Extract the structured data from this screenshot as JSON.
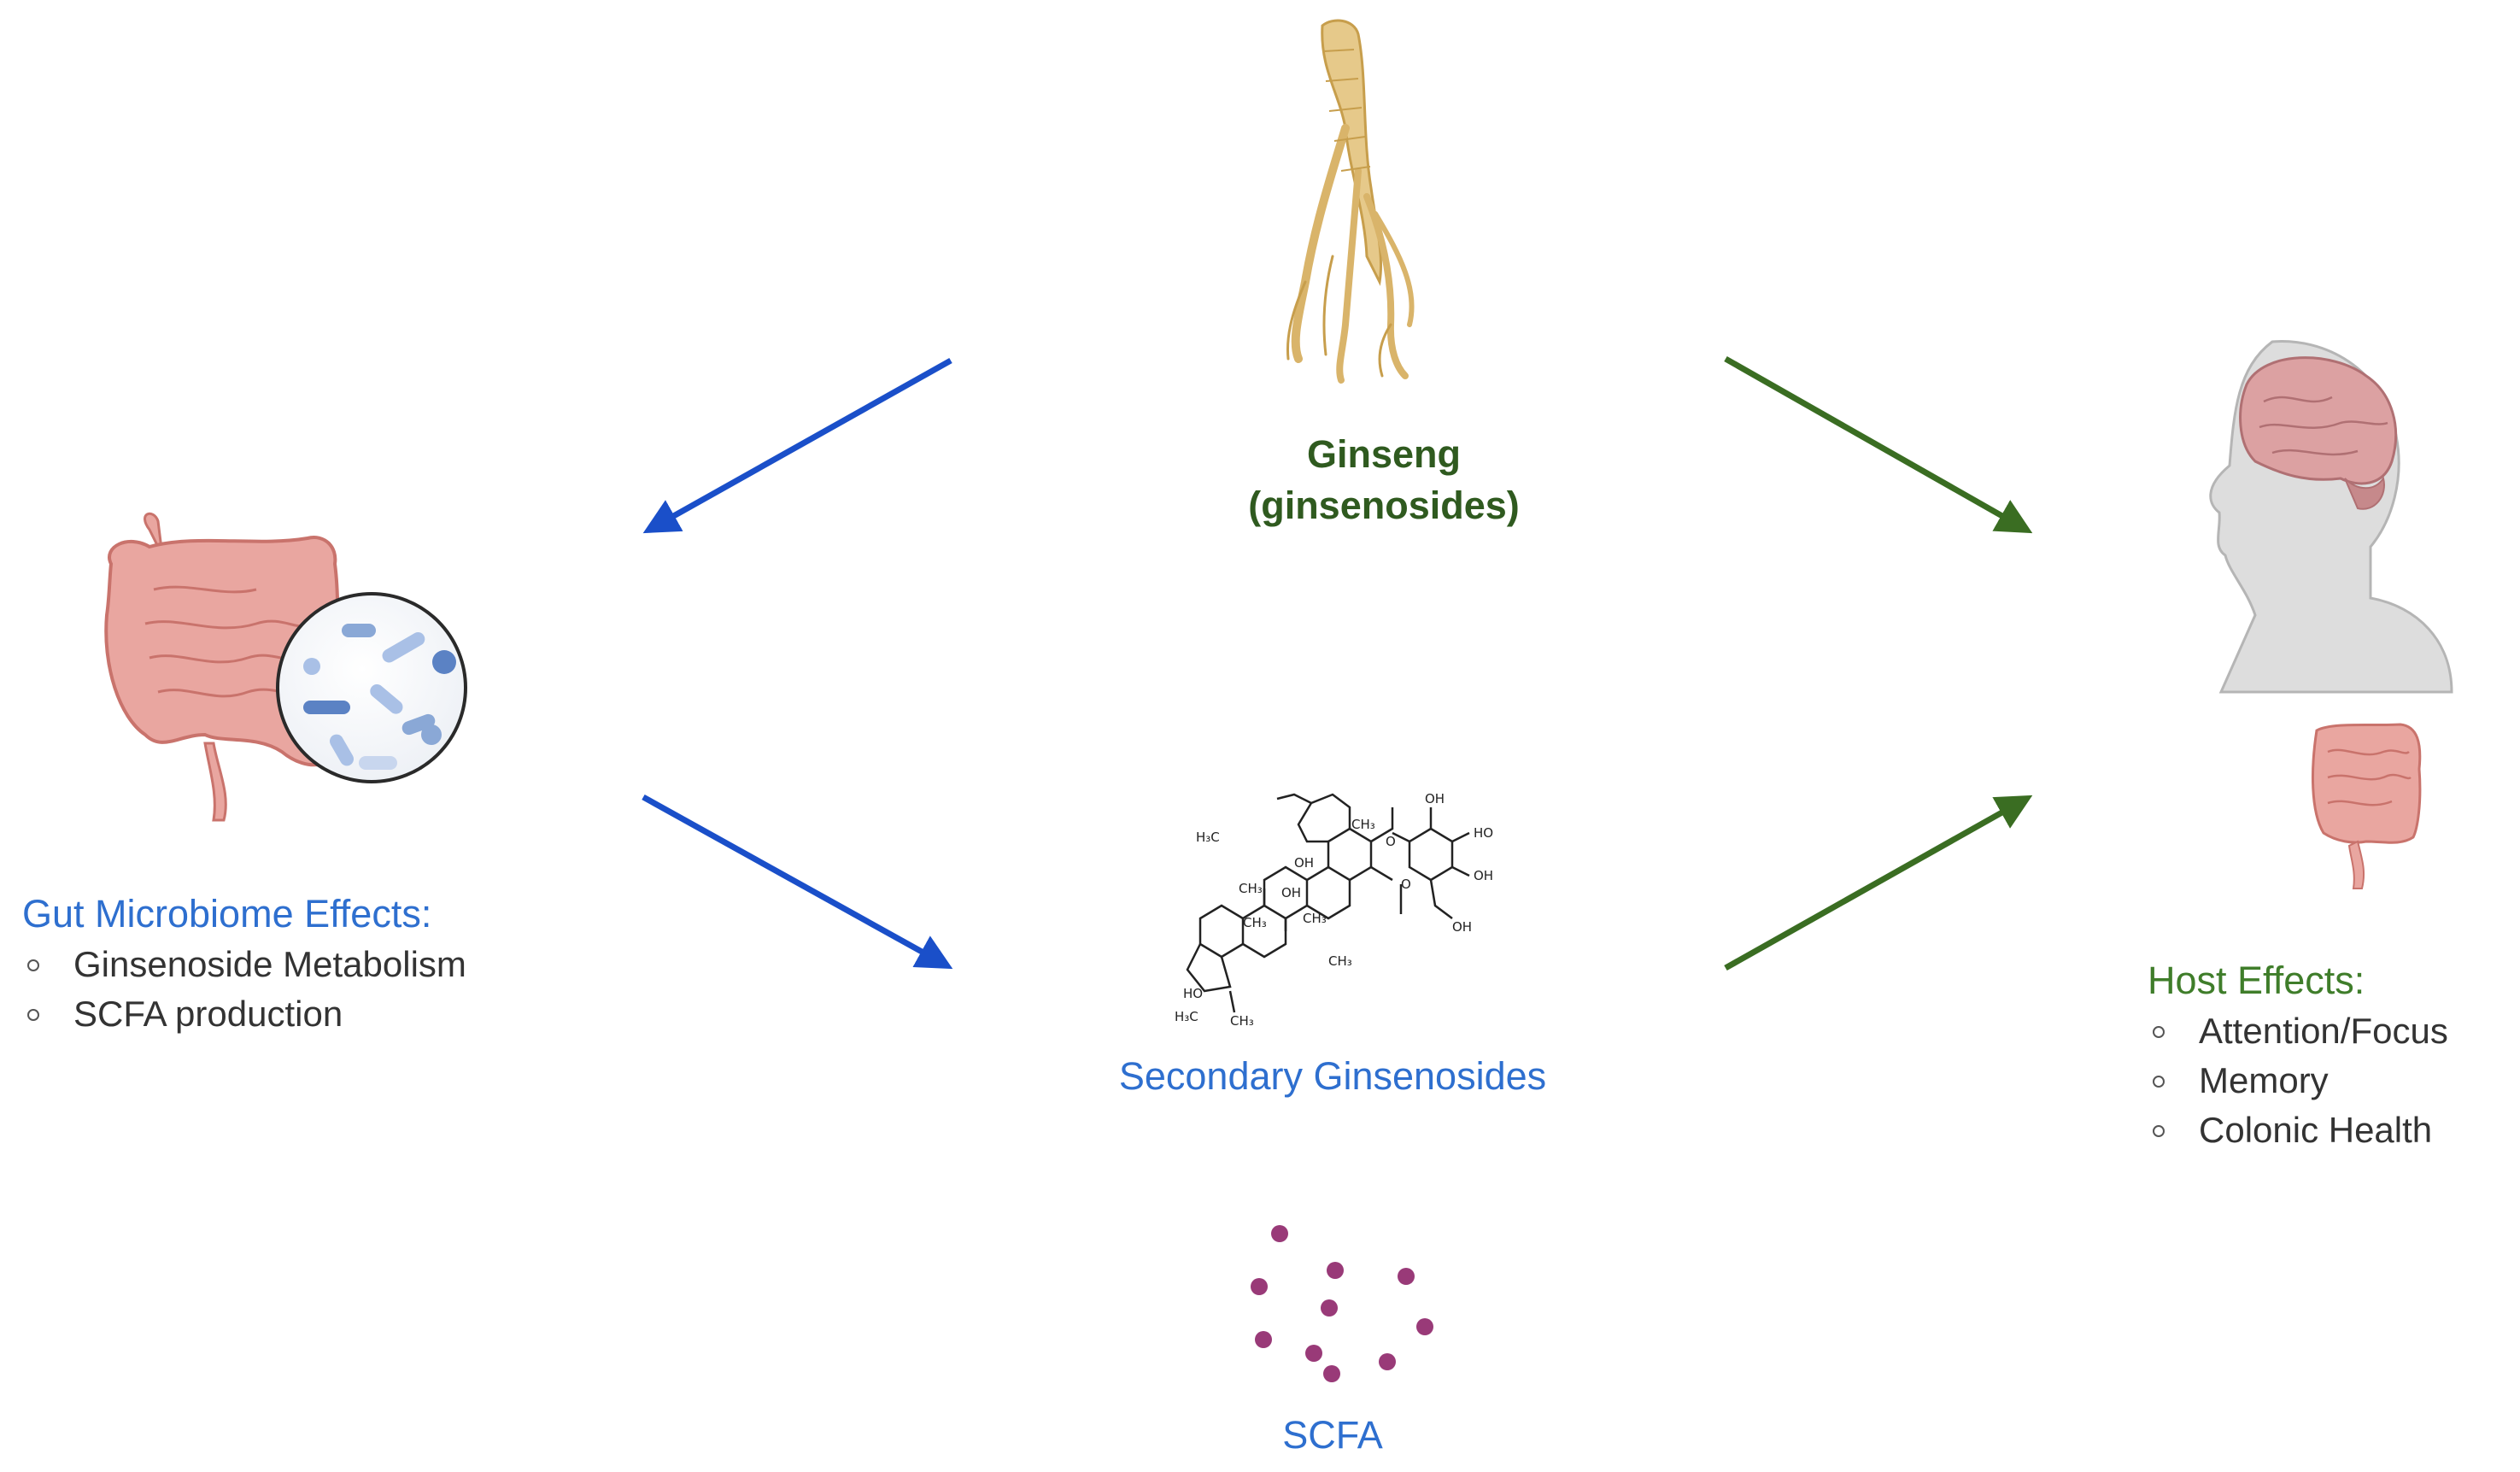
{
  "colors": {
    "blue_arrow": "#1a4fc9",
    "green_arrow": "#3a6d22",
    "gut_title": "#2e6fcf",
    "host_title": "#3f7d2a",
    "ginseng_title": "#2f5a1f",
    "scfa_dot": "#993a78"
  },
  "ginseng": {
    "icon": "ginseng-root-icon",
    "title_line1": "Ginseng",
    "title_line2": "(ginsenosides)"
  },
  "gut": {
    "icon": "intestine-microbiome-icon",
    "title": "Gut Microbiome Effects:",
    "items": [
      "Ginsenoside Metabolism",
      "SCFA production"
    ]
  },
  "host": {
    "icon": "head-brain-intestine-icon",
    "title": "Host Effects:",
    "items": [
      "Attention/Focus",
      "Memory",
      "Colonic Health"
    ]
  },
  "secondary": {
    "icon": "molecule-structure-icon",
    "title": "Secondary Ginsenosides",
    "atom_labels": [
      "H₃C",
      "CH₃",
      "OH",
      "CH₃",
      "O",
      "OH",
      "HO",
      "OH",
      "OH",
      "O",
      "OH",
      "CH₃",
      "CH₃",
      "CH₃",
      "HO",
      "H₃C",
      "CH₃"
    ]
  },
  "scfa": {
    "icon": "scfa-dots-icon",
    "title": "SCFA",
    "dot_count": 10
  }
}
